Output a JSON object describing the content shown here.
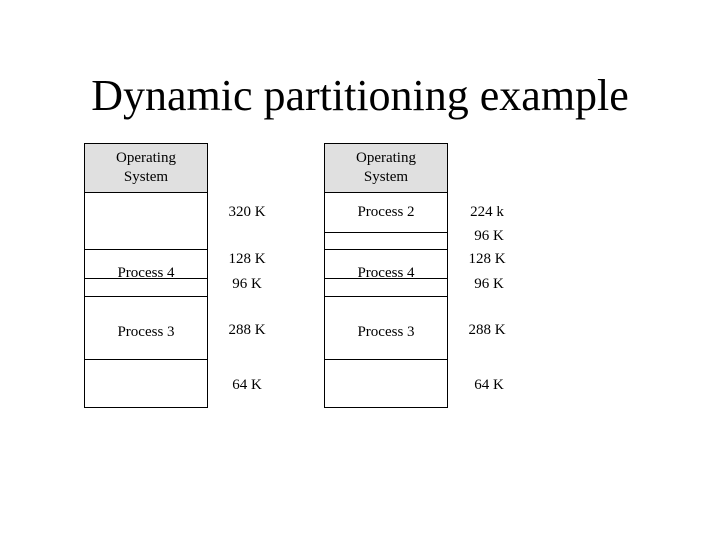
{
  "title": "Dynamic partitioning example",
  "left_memory": {
    "os_label": "Operating\nSystem",
    "process_4_label": "Process 4",
    "process_3_label": "Process 3",
    "sizes": {
      "free_top": "320 K",
      "process_4": "128 K",
      "free_middle": "96 K",
      "process_3": "288 K",
      "free_bottom": "64 K"
    }
  },
  "right_memory": {
    "os_label": "Operating\nSystem",
    "process_2_label": "Process 2",
    "process_4_label": "Process 4",
    "process_3_label": "Process 3",
    "sizes": {
      "process_2": "224 k",
      "free_top": "96 K",
      "process_4": "128 K",
      "free_middle": "96 K",
      "process_3": "288 K",
      "free_bottom": "64 K"
    }
  }
}
